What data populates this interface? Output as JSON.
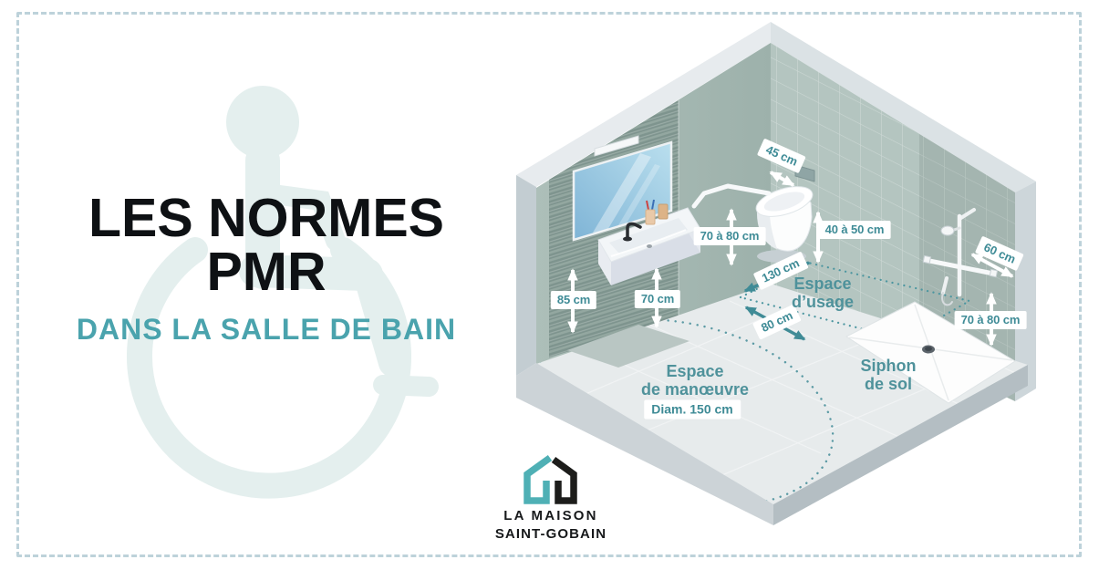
{
  "header": {
    "title": "LES NORMES PMR",
    "subtitle": "DANS LA SALLE DE BAIN"
  },
  "brand": {
    "line1": "LA MAISON",
    "line2": "SAINT-GOBAIN"
  },
  "labels": {
    "toilet_side": "45 cm",
    "toilet_bar_height": "70 à 80 cm",
    "toilet_seat_height": "40 à 50 cm",
    "usage_length": "130 cm",
    "usage_width": "80 cm",
    "sink_height": "85 cm",
    "sink_clearance": "70 cm",
    "shower_bar_length": "60 cm",
    "shower_bar_height": "70 à 80 cm",
    "usage_area_1": "Espace",
    "usage_area_2": "d’usage",
    "maneuver_1": "Espace",
    "maneuver_2": "de manœuvre",
    "maneuver_diameter": "Diam. 150 cm",
    "drain_1": "Siphon",
    "drain_2": "de sol"
  },
  "colors": {
    "title": "#0e1114",
    "subtitle_teal": "#4aa3ad",
    "label_teal": "#3e8b96",
    "border_dash": "#bdd2da",
    "logo_teal": "#4fb0b5",
    "logo_black": "#1d1d1b",
    "wheelchair_watermark": "#e4efee"
  }
}
